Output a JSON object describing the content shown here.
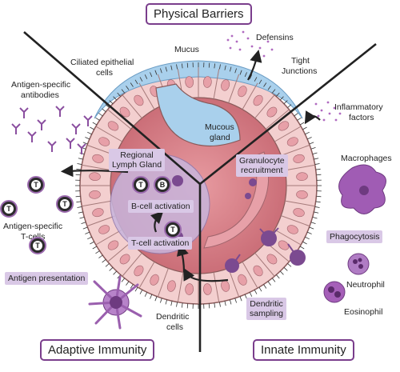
{
  "titles": {
    "physical_barriers": "Physical Barriers",
    "adaptive_immunity": "Adaptive Immunity",
    "innate_immunity": "Innate Immunity"
  },
  "labels": {
    "mucus": "Mucus",
    "defensins": "Defensins",
    "ciliated_line1": "Ciliated epithelial",
    "ciliated_line2": "cells",
    "tight_line1": "Tight",
    "tight_line2": "Junctions",
    "antigen_ab_line1": "Antigen-specific",
    "antigen_ab_line2": "antibodies",
    "inflam_line1": "Inflammatory",
    "inflam_line2": "factors",
    "mucous_line1": "Mucous",
    "mucous_line2": "gland",
    "macrophages": "Macrophages",
    "antigen_t_line1": "Antigen-specific",
    "antigen_t_line2": "T-cells",
    "neutrophil": "Neutrophil",
    "eosinophil": "Eosinophil",
    "dendritic_line1": "Dendritic",
    "dendritic_line2": "cells"
  },
  "tags": {
    "regional_line1": "Regional",
    "regional_line2": "Lymph Gland",
    "granulocyte_line1": "Granulocyte",
    "granulocyte_line2": "recruitment",
    "bcell_activation": "B-cell activation",
    "tcell_activation": "T-cell activation",
    "phagocytosis": "Phagocytosis",
    "antigen_presentation": "Antigen presentation",
    "dendritic_sampling_line1": "Dendritic",
    "dendritic_sampling_line2": "sampling"
  },
  "cell_letters": {
    "t": "T",
    "b": "B"
  },
  "colors": {
    "accent_purple": "#7a3d8c",
    "tag_fill": "#d9c8e6",
    "mucus_blue": "#a9d0ec",
    "epithelium_pink": "#f2c9c9",
    "lumen_dark": "#c76a74",
    "lymph_purple": "#c8b5dc"
  }
}
